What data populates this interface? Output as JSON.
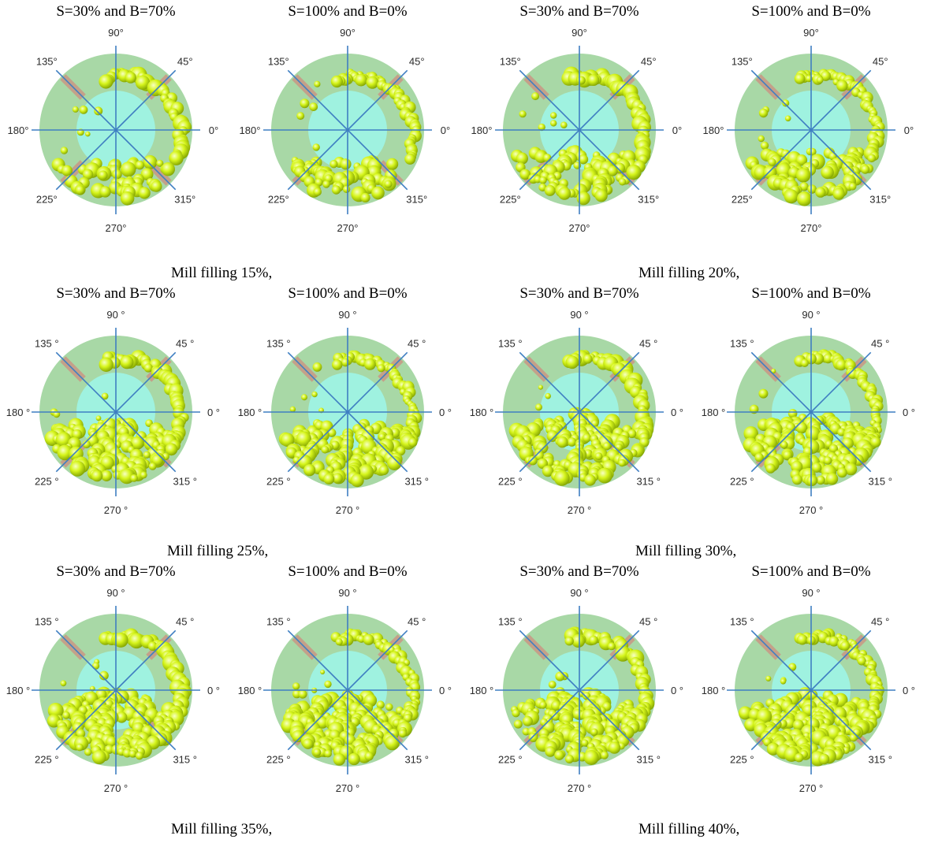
{
  "groups": [
    {
      "caption": "Mill filling 15%,",
      "panels": [
        {
          "title": "S=30% and B=70%",
          "labels": [
            "0°",
            "45°",
            "90°",
            "135°",
            "180°",
            "225°",
            "270°",
            "315°"
          ]
        },
        {
          "title": "S=100% and B=0%",
          "labels": [
            "0°",
            "45°",
            "90°",
            "135°",
            "180°",
            "225°",
            "270°",
            "315°"
          ]
        }
      ]
    },
    {
      "caption": "Mill filling 20%,",
      "panels": [
        {
          "title": "S=30% and B=70%",
          "labels": [
            "0°",
            "45°",
            "90°",
            "135°",
            "180°",
            "225°",
            "270°",
            "315°"
          ]
        },
        {
          "title": "S=100% and B=0%",
          "labels": [
            "0°",
            "45°",
            "90°",
            "135°",
            "180°",
            "225°",
            "270°",
            "315°"
          ]
        }
      ]
    },
    {
      "caption": "Mill filling 25%,",
      "panels": [
        {
          "title": "S=30% and B=70%",
          "labels": [
            "0 °",
            "45 °",
            "90 °",
            "135 °",
            "180 °",
            "225 °",
            "270 °",
            "315 °"
          ]
        },
        {
          "title": "S=100% and B=0%",
          "labels": [
            "0 °",
            "45 °",
            "90 °",
            "135 °",
            "180 °",
            "225 °",
            "270 °",
            "315 °"
          ]
        }
      ]
    },
    {
      "caption": "Mill filling 30%,",
      "panels": [
        {
          "title": "S=30% and B=70%",
          "labels": [
            "0 °",
            "45 °",
            "90 °",
            "135 °",
            "180 °",
            "225 °",
            "270 °",
            "315 °"
          ]
        },
        {
          "title": "S=100% and B=0%",
          "labels": [
            "0 °",
            "45 °",
            "90 °",
            "135 °",
            "180 °",
            "225 °",
            "270 °",
            "315 °"
          ]
        }
      ]
    },
    {
      "caption": "Mill filling 35%,",
      "panels": [
        {
          "title": "S=30% and B=70%",
          "labels": [
            "0 °",
            "45 °",
            "90 °",
            "135 °",
            "180 °",
            "225 °",
            "270 °",
            "315 °"
          ]
        },
        {
          "title": "S=100% and B=0%",
          "labels": [
            "0 °",
            "45 °",
            "90 °",
            "135 °",
            "180 °",
            "225 °",
            "270 °",
            "315 °"
          ]
        }
      ]
    },
    {
      "caption": "Mill filling 40%,",
      "panels": [
        {
          "title": "S=30% and B=70%",
          "labels": [
            "0 °",
            "45 °",
            "90 °",
            "135 °",
            "180 °",
            "225 °",
            "270 °",
            "315 °"
          ]
        },
        {
          "title": "S=100% and B=0%",
          "labels": [
            "0 °",
            "45 °",
            "90 °",
            "135 °",
            "180 °",
            "225 °",
            "270 °",
            "315 °"
          ]
        }
      ]
    }
  ],
  "colors": {
    "outer_ring": "#a8d8a6",
    "inner_core": "#9ff2e0",
    "spoke": "#3f7fc2",
    "lifter": "#c69a86",
    "ball_fill": "#d6f51c",
    "ball_shade": "#7d9e00",
    "ball_highlight": "#f7ffc4"
  }
}
